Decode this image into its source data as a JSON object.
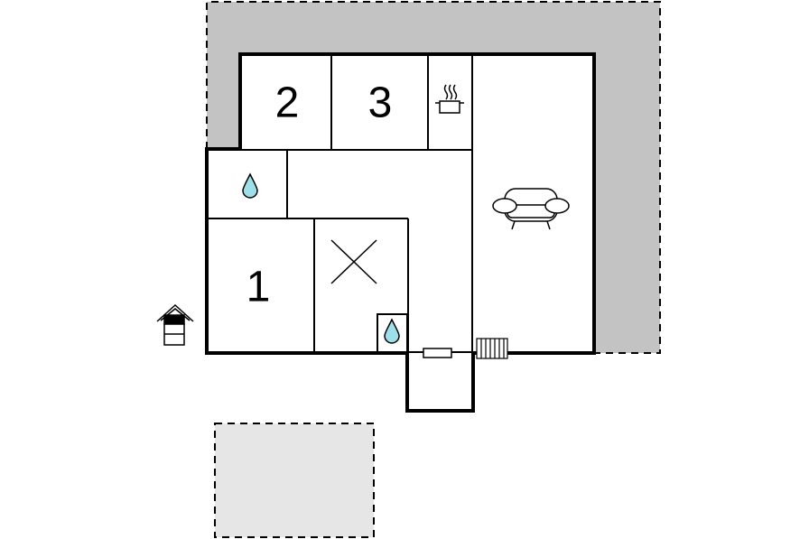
{
  "floor_plan": {
    "rooms": [
      {
        "id": "bedroom-1",
        "label": "1"
      },
      {
        "id": "bedroom-2",
        "label": "2"
      },
      {
        "id": "bedroom-3",
        "label": "3"
      }
    ],
    "icons": [
      "water-drop-icon",
      "water-drop-icon",
      "cooking-pot-icon",
      "sofa-icon",
      "void-cross-icon",
      "doghouse-icon",
      "radiator-icon",
      "door-threshold-icon"
    ],
    "colors": {
      "wall": "#000000",
      "terrace": "#c3c3c3",
      "parking": "#e6e6e6",
      "water": "#9ee0ea",
      "background": "#ffffff"
    }
  }
}
